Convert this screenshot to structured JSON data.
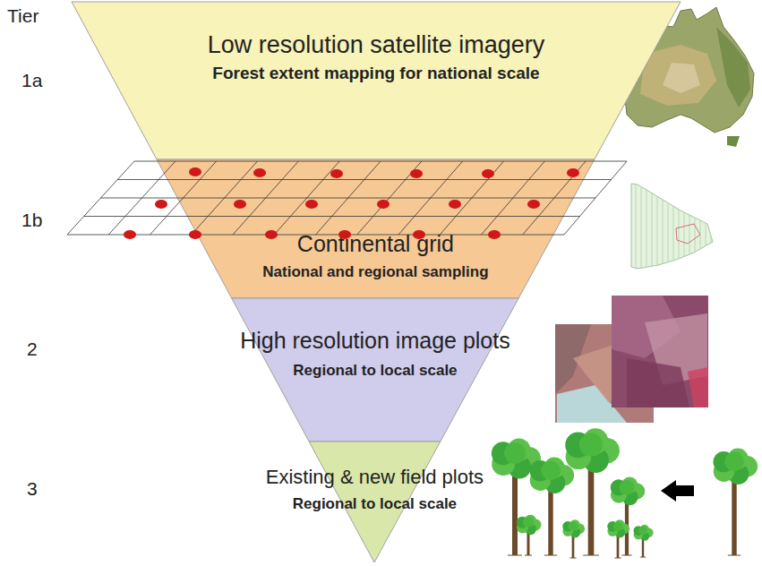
{
  "diagram": {
    "nodes": [
      {
        "text": [
          "Low resolution satellite imagery",
          "Forest extent mapping for national scale"
        ]
      },
      {
        "text": [
          "Continental grid",
          "National and regional sampling"
        ]
      },
      {
        "text": [
          "High resolution image plots",
          "Regional to local scale"
        ]
      },
      {
        "text": [
          "Existing & new field plots",
          "Regional to local scale"
        ]
      }
    ],
    "labels": [
      "Tier",
      "1a",
      "1b",
      "2",
      "3"
    ]
  }
}
